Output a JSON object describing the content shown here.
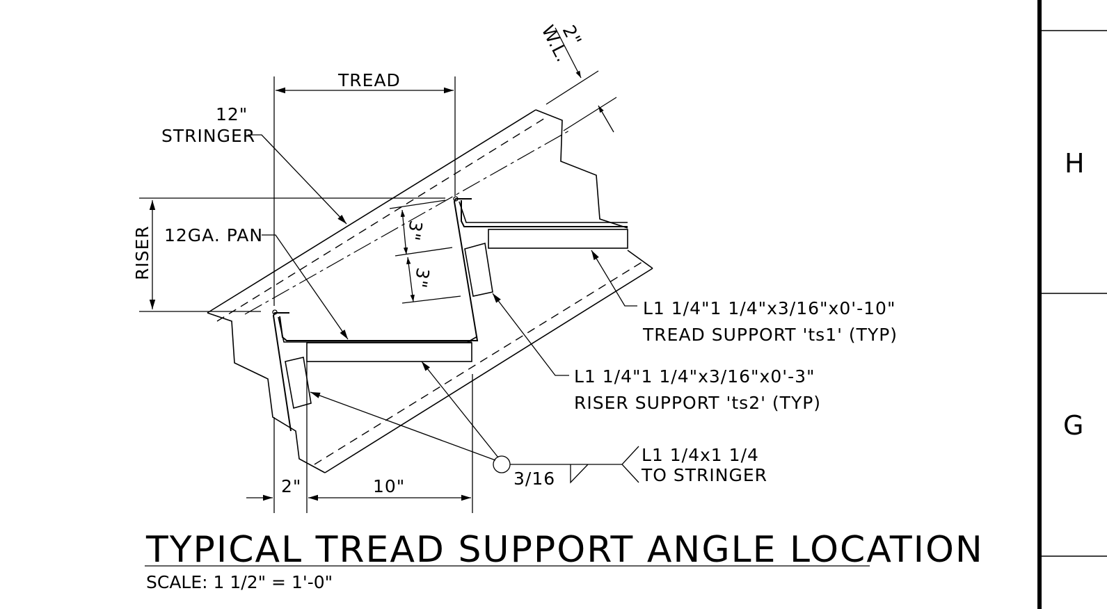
{
  "title": "TYPICAL TREAD SUPPORT ANGLE LOCATION",
  "scale": "SCALE: 1 1/2\" = 1'-0\"",
  "dimensions": {
    "tread": "TREAD",
    "riser": "RISER",
    "weld_line_offset": "2\"",
    "weld_line": "W.L.",
    "angle_spacing_upper": "3\"",
    "angle_spacing_lower": "3\"",
    "bottom_left": "2\"",
    "bottom_right": "10\""
  },
  "labels": {
    "stringer_size": "12\"",
    "stringer": "STRINGER",
    "pan": "12GA. PAN",
    "tread_support_size": "L1 1/4\"1 1/4\"x3/16\"x0'-10\"",
    "tread_support_name": "TREAD SUPPORT 'ts1' (TYP)",
    "riser_support_size": "L1 1/4\"1 1/4\"x3/16\"x0'-3\"",
    "riser_support_name": "RISER SUPPORT 'ts2' (TYP)",
    "weld_size": "3/16",
    "weld_note_1": "L1 1/4x1 1/4",
    "weld_note_2": "TO STRINGER"
  },
  "title_block": {
    "zone_h": "H",
    "zone_g": "G"
  }
}
